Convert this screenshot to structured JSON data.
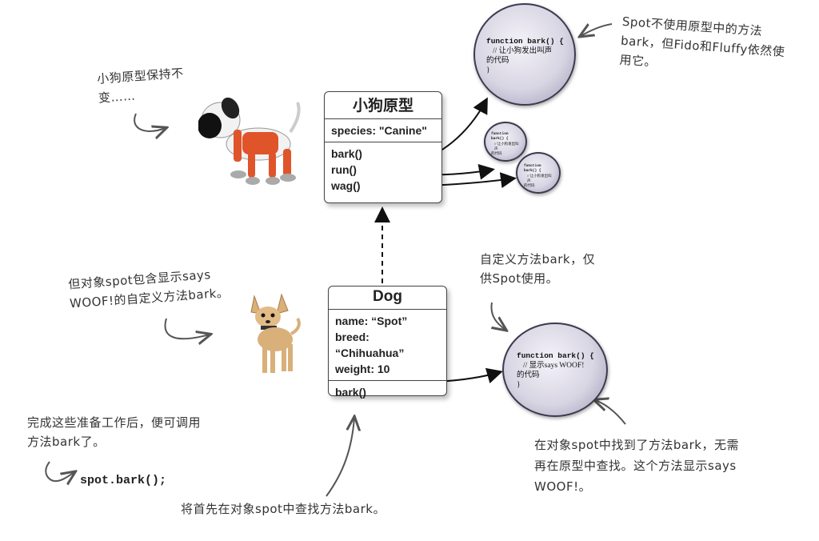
{
  "notes": {
    "spot_no_proto": "Spot不使用原型中的方法bark，但Fido和Fluffy依然使用它。",
    "proto_unchanged": "小狗原型保持不变……",
    "spot_custom": "但对象spot包含显示says WOOF!的自定义方法bark。",
    "custom_only_spot": "自定义方法bark，仅供Spot使用。",
    "after_prep": "完成这些准备工作后，便可调用方法bark了。",
    "found_in_spot": "在对象spot中找到了方法bark，无需再在原型中查找。这个方法显示says WOOF!。",
    "look_first": "将首先在对象spot中查找方法bark。"
  },
  "code_call": "spot.bark();",
  "prototype_box": {
    "title": "小狗原型",
    "props": [
      "species: \"Canine\""
    ],
    "methods": [
      "bark()",
      "run()",
      "wag()"
    ]
  },
  "dog_box": {
    "title": "Dog",
    "props": [
      "name: “Spot”",
      "breed: “Chihuahua”",
      "weight: 10"
    ],
    "methods": [
      "bark()"
    ]
  },
  "bubbles": {
    "proto_bark": {
      "line1": "function bark() {",
      "line2": "// 让小狗发出叫声",
      "line3": "的代码",
      "line4": "}"
    },
    "small_1": {
      "line1": "function bark() {",
      "line2": "// 让小狗发出叫声",
      "line3": "的代码"
    },
    "small_2": {
      "line1": "function bark() {",
      "line2": "// 让小狗发出叫声",
      "line3": "的代码"
    },
    "spot_bark": {
      "line1": "function bark() {",
      "line2": "// 显示says WOOF!",
      "line3": "的代码",
      "line4": "}"
    }
  },
  "colors": {
    "robot_red": "#e0542a",
    "robot_white": "#f2f2f2",
    "chihuahua": "#d9b07a"
  }
}
